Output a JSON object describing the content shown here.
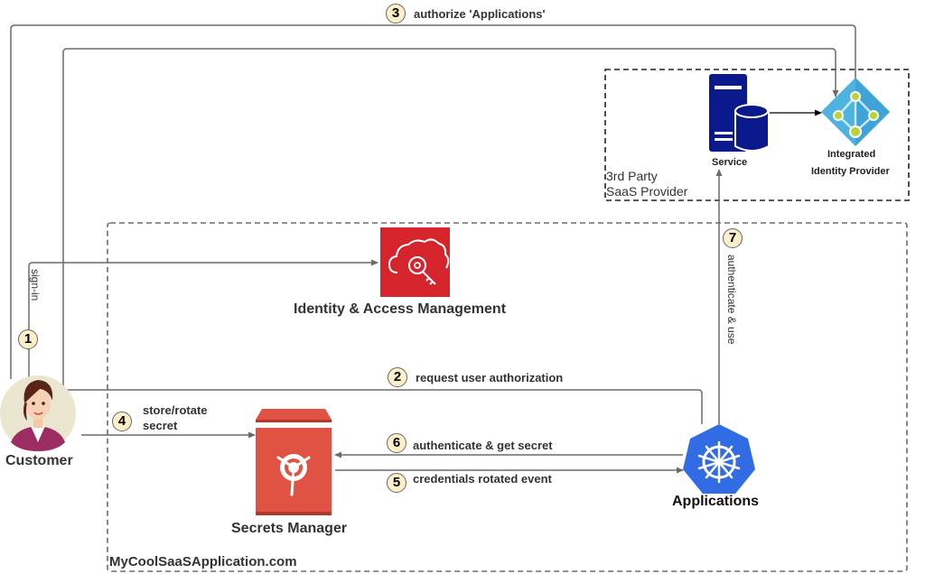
{
  "diagram": {
    "title": "MyCoolSaaSApplication.com",
    "colors": {
      "edge": "#6b6b6b",
      "step_fill": "#fdefc8",
      "iam_red": "#d6242d",
      "secrets_red": "#e05243",
      "k8s_blue": "#326ce5",
      "service_navy": "#0a1a8c",
      "idp_blue": "#4fb3e0",
      "idp_green": "#b8d432"
    },
    "containers": {
      "saas_app": {
        "label": "MyCoolSaaSApplication.com"
      },
      "third_party": {
        "label_line1": "3rd Party",
        "label_line2": "SaaS Provider"
      }
    },
    "nodes": {
      "customer": {
        "label": "Customer",
        "icon": "person-avatar-icon"
      },
      "iam": {
        "label": "Identity & Access Management",
        "icon": "cloud-key-icon"
      },
      "secrets_manager": {
        "label": "Secrets Manager",
        "icon": "vault-icon"
      },
      "applications": {
        "label": "Applications",
        "icon": "kubernetes-helm-icon"
      },
      "service": {
        "label": "Service",
        "icon": "server-database-icon"
      },
      "idp": {
        "label_line1": "Integrated",
        "label_line2": "Identity Provider",
        "icon": "identity-provider-icon"
      }
    },
    "steps": [
      {
        "number": "1",
        "label": "sign-in"
      },
      {
        "number": "2",
        "label": "request user authorization"
      },
      {
        "number": "3",
        "label": "authorize 'Applications'"
      },
      {
        "number": "4",
        "label_line1": "store/rotate",
        "label_line2": "secret"
      },
      {
        "number": "5",
        "label": "credentials rotated event"
      },
      {
        "number": "6",
        "label": "authenticate & get secret"
      },
      {
        "number": "7",
        "label": "authenticate & use"
      }
    ]
  }
}
